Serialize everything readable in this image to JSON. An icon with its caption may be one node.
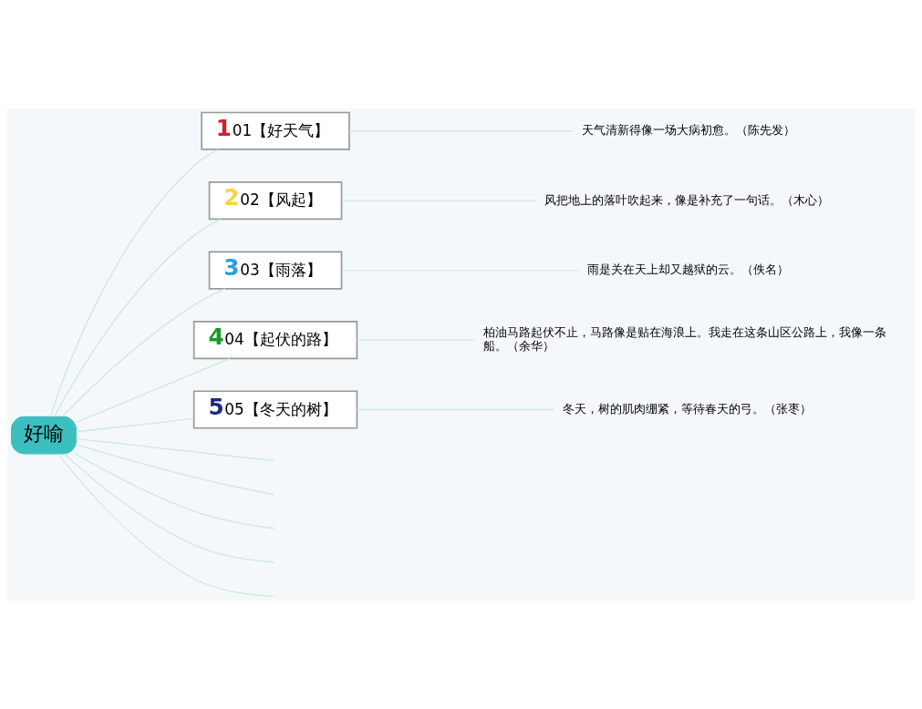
{
  "diagram": {
    "nodes": [
      {
        "text": [
          "好喻"
        ]
      },
      {
        "text": [
          "1",
          "01【好天气】"
        ]
      },
      {
        "text": [
          "2",
          "02【风起】"
        ]
      },
      {
        "text": [
          "3",
          "03【雨落】"
        ]
      },
      {
        "text": [
          "4",
          "04【起伏的路】"
        ]
      },
      {
        "text": [
          "5",
          "05【冬天的树】"
        ]
      },
      {
        "text": [
          "天气清新得像一场大病初愈。（陈先发）"
        ]
      },
      {
        "text": [
          "风把地上的落叶吹起来，像是补充了一句话。（木心）"
        ]
      },
      {
        "text": [
          "雨是关在天上却又越狱的云。（佚名）"
        ]
      },
      {
        "text": [
          "柏油马路起伏不止，马路像是贴在海浪上。我走在这条山区公路上，我像一条船。（余华）"
        ]
      },
      {
        "text": [
          "冬天，树的肌肉绷紧，等待春天的弓。（张枣）"
        ]
      }
    ],
    "edges": [
      {
        "from": 0,
        "to": 1,
        "arrow": "none"
      },
      {
        "from": 0,
        "to": 2,
        "arrow": "none"
      },
      {
        "from": 0,
        "to": 3,
        "arrow": "none"
      },
      {
        "from": 0,
        "to": 4,
        "arrow": "none"
      },
      {
        "from": 0,
        "to": 5,
        "arrow": "none"
      },
      {
        "from": 0,
        "to": null,
        "arrow": "none"
      },
      {
        "from": 0,
        "to": null,
        "arrow": "none"
      },
      {
        "from": 0,
        "to": null,
        "arrow": "none"
      },
      {
        "from": 0,
        "to": null,
        "arrow": "none"
      },
      {
        "from": 0,
        "to": null,
        "arrow": "none"
      },
      {
        "from": 1,
        "to": 6,
        "arrow": "none"
      },
      {
        "from": 2,
        "to": 7,
        "arrow": "none"
      },
      {
        "from": 3,
        "to": 8,
        "arrow": "none"
      },
      {
        "from": 4,
        "to": 9,
        "arrow": "none"
      },
      {
        "from": 5,
        "to": 10,
        "arrow": "none"
      }
    ]
  }
}
